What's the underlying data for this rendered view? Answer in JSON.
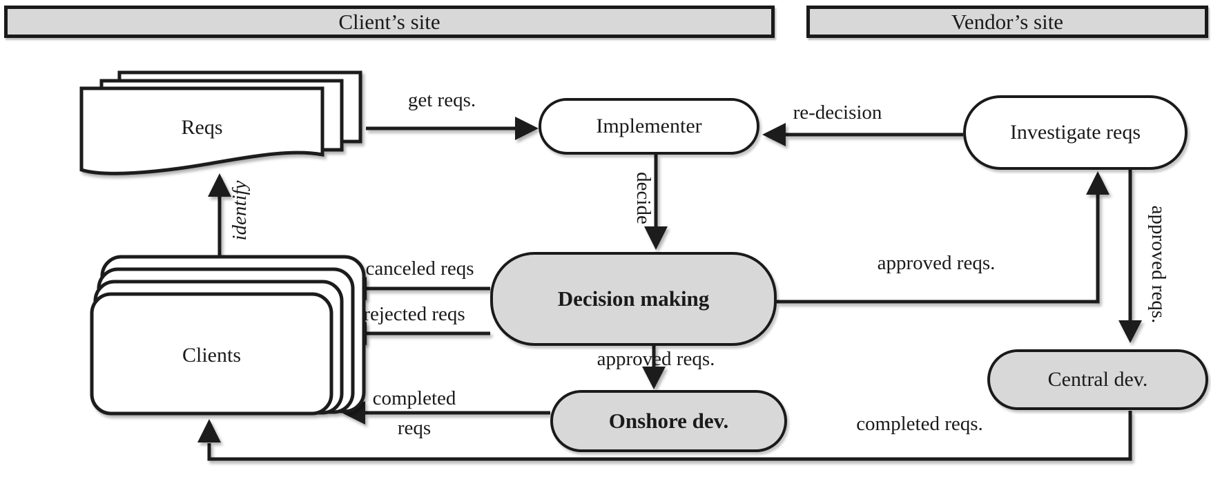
{
  "diagram_title": "Requirements handling flow between client site and vendor site",
  "headers": {
    "client": "Client’s site",
    "vendor": "Vendor’s site"
  },
  "nodes": {
    "reqs": {
      "label": "Reqs",
      "shape": "stacked-documents",
      "fill": "#ffffff"
    },
    "clients": {
      "label": "Clients",
      "shape": "stacked-rounded-rects",
      "fill": "#ffffff"
    },
    "implementer": {
      "label": "Implementer",
      "shape": "stadium",
      "fill": "#ffffff"
    },
    "investigate": {
      "label": "Investigate reqs",
      "shape": "stadium",
      "fill": "#ffffff"
    },
    "decision": {
      "label": "Decision making",
      "shape": "stadium",
      "fill": "#d8d8d8",
      "bold": true
    },
    "onshore": {
      "label": "Onshore dev.",
      "shape": "stadium",
      "fill": "#d8d8d8",
      "bold": true
    },
    "central": {
      "label": "Central dev.",
      "shape": "stadium",
      "fill": "#d8d8d8"
    }
  },
  "edges": {
    "get_reqs": {
      "label": "get reqs.",
      "from": "reqs",
      "to": "implementer"
    },
    "re_decision": {
      "label": "re-decision",
      "from": "investigate",
      "to": "implementer"
    },
    "decide": {
      "label": "decide",
      "from": "implementer",
      "to": "decision",
      "label_rotated": true
    },
    "identify": {
      "label": "identify",
      "from": "clients",
      "to": "reqs",
      "label_rotated": true,
      "italic": true
    },
    "canceled_reqs": {
      "label": "canceled reqs",
      "from": "decision",
      "to": "clients"
    },
    "rejected_reqs": {
      "label": "rejected reqs",
      "from": "decision",
      "to": "clients"
    },
    "approved_reqs_down": {
      "label": "approved reqs.",
      "from": "decision",
      "to": "onshore"
    },
    "approved_reqs_right": {
      "label": "approved reqs.",
      "from": "decision",
      "to": "investigate"
    },
    "approved_reqs_vendor": {
      "label": "approved reqs.",
      "from": "investigate",
      "to": "central",
      "label_rotated": true
    },
    "completed_reqs_onshore": {
      "line1": "completed",
      "line2": "reqs",
      "from": "onshore",
      "to": "clients"
    },
    "completed_reqs_central": {
      "label": "completed reqs.",
      "from": "central",
      "to": "clients"
    }
  },
  "colors": {
    "line": "#1a1a1a",
    "node_fill_gray": "#d8d8d8",
    "node_fill_white": "#ffffff",
    "background": "#ffffff"
  }
}
